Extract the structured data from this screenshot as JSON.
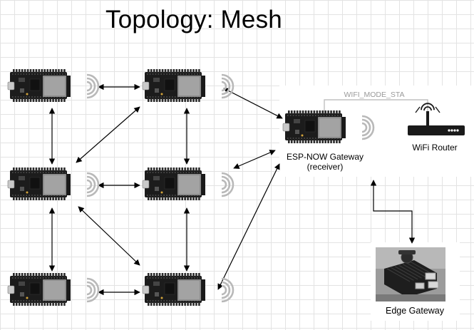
{
  "title": "Topology:  Mesh",
  "labels": {
    "wifi_mode": "WIFI_MODE_STA",
    "gateway": "ESP-NOW Gateway",
    "gateway_sub": "(receiver)",
    "router": "WiFi Router",
    "edge": "Edge Gateway"
  },
  "icons": {
    "board": "esp32-board-icon",
    "wifi": "wifi-signal-icon",
    "router": "wifi-router-icon",
    "edge": "edge-gateway-icon"
  },
  "colors": {
    "board": "#1c1c1c",
    "module": "#8c8c8c",
    "connector_line": "#000000",
    "sta_line": "#c0c0c0",
    "signal": "#b9b9b9"
  }
}
